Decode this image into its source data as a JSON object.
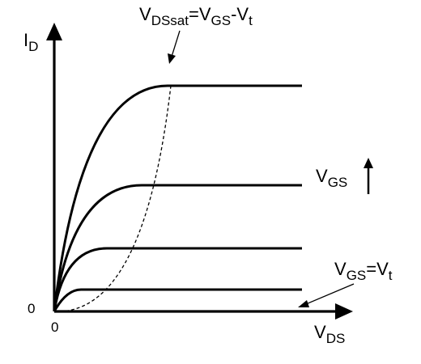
{
  "diagram": {
    "y_axis": {
      "main": "I",
      "sub": "D"
    },
    "x_axis": {
      "main": "V",
      "sub": "DS"
    },
    "origin_x": "0",
    "origin_y": "0",
    "saturation_label": {
      "v1": "V",
      "s1": "DSsat",
      "eq": "=V",
      "s2": "GS",
      "rest": "-V",
      "s3": "t"
    },
    "vgs_label": {
      "main": "V",
      "sub": "GS"
    },
    "threshold_label": {
      "main": "V",
      "sub": "GS",
      "rest": "=V",
      "sub2": "t"
    },
    "stroke_color": "#000000"
  }
}
